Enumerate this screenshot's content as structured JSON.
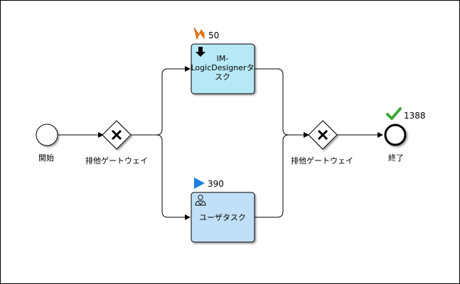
{
  "colors": {
    "task_im_fill": "#b6e9f5",
    "task_user_fill": "#bfe0f7",
    "stroke": "#000000",
    "lightning": "#f07a10",
    "play": "#1e7fe0",
    "check": "#3aa832"
  },
  "diagram": {
    "start_event": {
      "label": "開始"
    },
    "gateway_1": {
      "label": "排他ゲートウェイ",
      "icon": "x-icon"
    },
    "task_logic": {
      "label_lines": [
        "IM-",
        "LogicDesignerタ",
        "スク"
      ],
      "icon": "arrow-down-icon",
      "badge_icon": "lightning-icon",
      "badge_count": "50"
    },
    "task_user": {
      "label": "ユーザタスク",
      "icon": "user-icon",
      "badge_icon": "play-icon",
      "badge_count": "390"
    },
    "gateway_2": {
      "label": "排他ゲートウェイ",
      "icon": "x-icon"
    },
    "end_event": {
      "label": "終了",
      "badge_icon": "checkmark-icon",
      "badge_count": "1388"
    }
  }
}
